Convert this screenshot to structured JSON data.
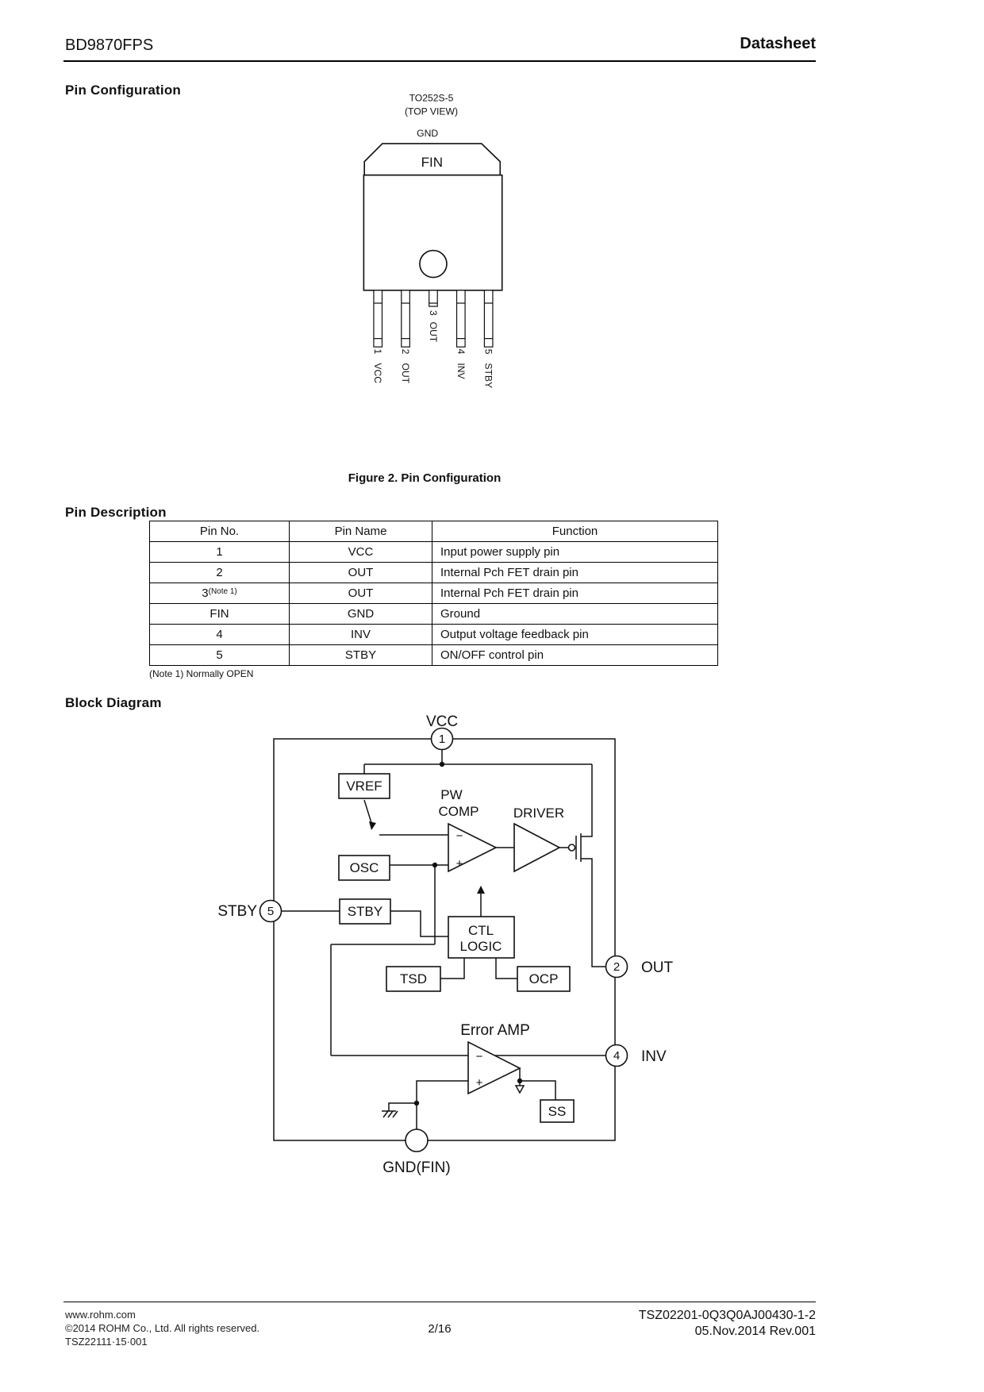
{
  "header": {
    "part_number": "BD9870FPS",
    "doc_type": "Datasheet"
  },
  "pin_configuration": {
    "heading": "Pin Configuration",
    "package_name": "TO252S-5",
    "view_label": "(TOP VIEW)",
    "tab_top_label": "GND",
    "tab_label": "FIN",
    "pins": [
      {
        "no": "1",
        "name": "VCC"
      },
      {
        "no": "2",
        "name": "OUT"
      },
      {
        "no": "3",
        "name": "OUT"
      },
      {
        "no": "4",
        "name": "INV"
      },
      {
        "no": "5",
        "name": "STBY"
      }
    ],
    "caption": "Figure 2. Pin Configuration"
  },
  "pin_description": {
    "heading": "Pin Description",
    "columns": [
      "Pin No.",
      "Pin Name",
      "Function"
    ],
    "rows": [
      {
        "no": "1",
        "note": "",
        "name": "VCC",
        "function": "Input power supply pin"
      },
      {
        "no": "2",
        "note": "",
        "name": "OUT",
        "function": "Internal Pch FET drain pin"
      },
      {
        "no": "3",
        "note": "(Note 1)",
        "name": "OUT",
        "function": "Internal Pch FET drain pin"
      },
      {
        "no": "FIN",
        "note": "",
        "name": "GND",
        "function": "Ground"
      },
      {
        "no": "4",
        "note": "",
        "name": "INV",
        "function": "Output voltage feedback pin"
      },
      {
        "no": "5",
        "note": "",
        "name": "STBY",
        "function": "ON/OFF control pin"
      }
    ],
    "footnote": "(Note 1)  Normally OPEN"
  },
  "block_diagram": {
    "heading": "Block Diagram",
    "labels": {
      "vcc": "VCC",
      "pin1": "1",
      "vref": "VREF",
      "pw": "PW",
      "comp": "COMP",
      "driver": "DRIVER",
      "osc": "OSC",
      "stby_pin": "STBY",
      "pin5": "5",
      "stby_box": "STBY",
      "ctl": "CTL",
      "logic": "LOGIC",
      "tsd": "TSD",
      "ocp": "OCP",
      "pin2": "2",
      "out": "OUT",
      "error_amp": "Error AMP",
      "pin4": "4",
      "inv": "INV",
      "ss": "SS",
      "gnd_fin": "GND(FIN)",
      "minus": "−",
      "plus": "+"
    }
  },
  "footer": {
    "website": "www.rohm.com",
    "copyright": "©2014 ROHM Co., Ltd. All rights reserved.",
    "doc_number": "TSZ22111·15·001",
    "page": "2/16",
    "doc_code": "TSZ02201-0Q3Q0AJ00430-1-2",
    "revision": "05.Nov.2014 Rev.001"
  }
}
